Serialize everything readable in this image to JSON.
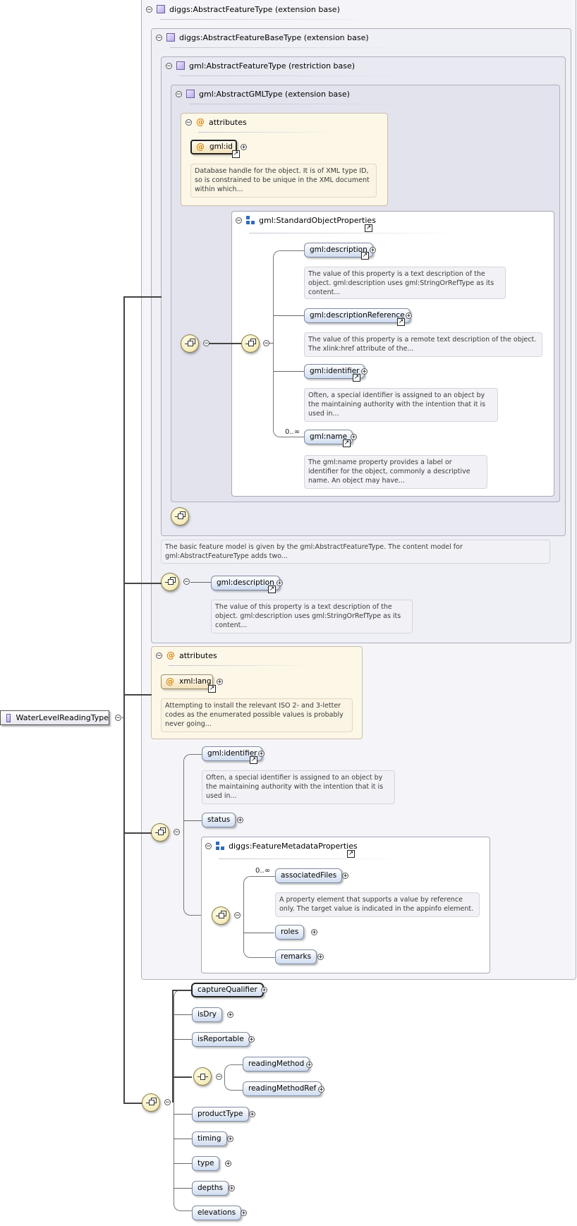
{
  "root": {
    "name": "WaterLevelReadingType"
  },
  "panels": {
    "extension_diggs": "diggs:AbstractFeatureType (extension base)",
    "extension_base": "diggs:AbstractFeatureBaseType (extension base)",
    "restriction_gml": "gml:AbstractFeatureType (restriction base)",
    "extension_gmltype": "gml:AbstractGMLType (extension base)",
    "attributes_label": "attributes",
    "std_group": "gml:StandardObjectProperties",
    "meta_group": "diggs:FeatureMetadataProperties"
  },
  "gml_attrs": {
    "id_label": "gml:id",
    "id_doc": "Database handle for the object. It is of XML type ID, so is constrained to be unique in the XML document within which..."
  },
  "std_props": [
    {
      "name": "gml:description",
      "doc": "The value of this property is a text description of the object. gml:description uses gml:StringOrRefType as its content..."
    },
    {
      "name": "gml:descriptionReference",
      "doc": "The value of this property is a remote text description of the object. The xlink:href attribute of the..."
    },
    {
      "name": "gml:identifier",
      "doc": "Often, a special identifier is assigned to an object by the maintaining authority with the intention that it is used in..."
    },
    {
      "name": "gml:name",
      "doc": "The gml:name property provides a label or identifier for the object, commonly a descriptive name. An object may have..."
    }
  ],
  "occ_unbounded": "0..∞",
  "feature_doc": "The basic feature model is given by the gml:AbstractFeatureType. The content model for gml:AbstractFeatureType adds two...",
  "base_desc": {
    "name": "gml:description",
    "doc": "The value of this property is a text description of the object. gml:description uses gml:StringOrRefType as its content..."
  },
  "lang_attrs": {
    "lang_label": "xml:lang",
    "lang_doc": "Attempting to install the relevant ISO 2- and 3-letter codes as the enumerated possible values is probably never going..."
  },
  "diggs_seq": {
    "identifier": "gml:identifier",
    "identifier_doc": "Often, a special identifier is assigned to an object by the maintaining authority with the intention that it is used in...",
    "status": "status"
  },
  "meta_props": {
    "associated": "associatedFiles",
    "associated_doc": "A property element that supports a value by reference only. The target value is indicated in the appinfo element.",
    "roles": "roles",
    "remarks": "remarks"
  },
  "own_elements": {
    "captureQualifier": "captureQualifier",
    "isDry": "isDry",
    "isReportable": "isReportable",
    "readingMethod": "readingMethod",
    "readingMethodRef": "readingMethodRef",
    "productType": "productType",
    "timing": "timing",
    "type": "type",
    "depths": "depths",
    "elevations": "elevations"
  }
}
